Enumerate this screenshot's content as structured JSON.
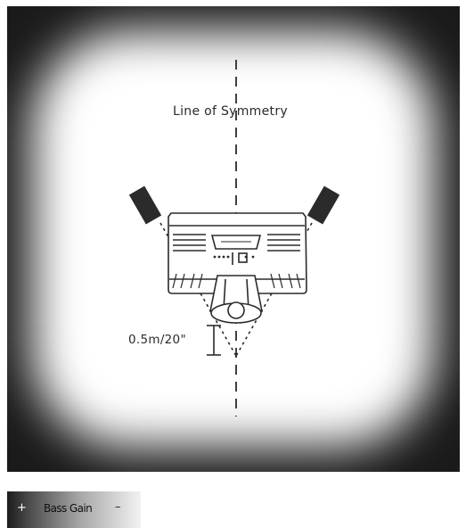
{
  "diagram": {
    "symmetry_label": "Line of Symmetry",
    "distance_label": "0.5m/20\""
  },
  "controls": {
    "bass_gain": {
      "plus": "+",
      "label": "Bass Gain",
      "minus": "–"
    }
  },
  "colors": {
    "vignette_dark": "#1a1a1a",
    "background": "#ffffff",
    "line": "#2b2b2b"
  }
}
